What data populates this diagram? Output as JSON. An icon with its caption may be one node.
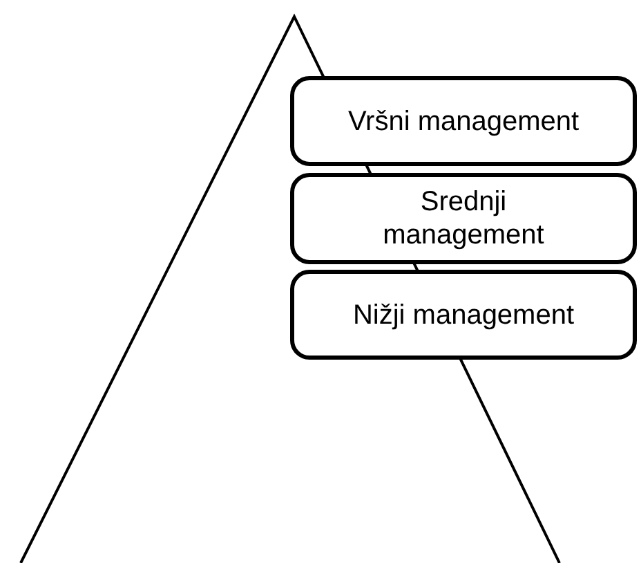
{
  "diagram": {
    "nodes": [
      {
        "text": [
          "Vršni management"
        ]
      },
      {
        "text": [
          "Srednji management"
        ]
      },
      {
        "text": [
          "Nižji management"
        ]
      }
    ]
  }
}
